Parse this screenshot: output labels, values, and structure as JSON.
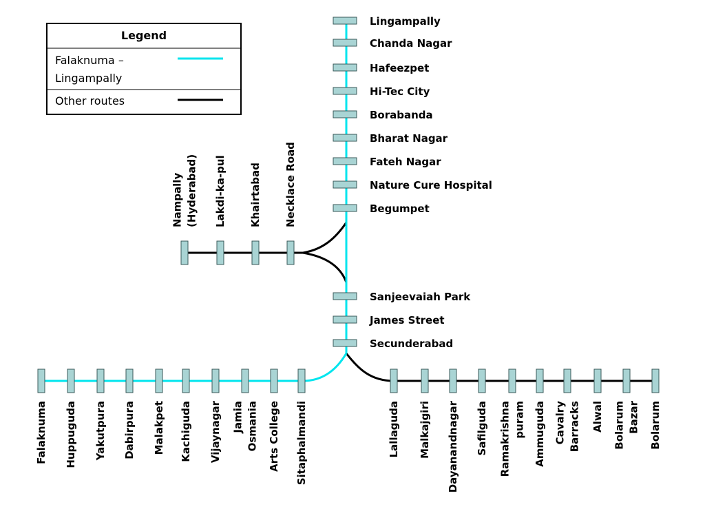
{
  "legend": {
    "title": "Legend",
    "entries": [
      {
        "lines": [
          "Falaknuma –",
          "Lingampally"
        ],
        "color": "#00e5ee"
      },
      {
        "lines": [
          "Other routes"
        ],
        "color": "#000000"
      }
    ]
  },
  "colors": {
    "main_line": "#00e5ee",
    "other_line": "#000000",
    "station_fill": "#a9d4d4"
  },
  "vertical_top": [
    "Lingampally",
    "Chanda Nagar",
    "Hafeezpet",
    "Hi-Tec City",
    "Borabanda",
    "Bharat Nagar",
    "Fateh Nagar",
    "Nature Cure Hospital",
    "Begumpet"
  ],
  "vertical_lower": [
    "Sanjeevaiah Park",
    "James Street",
    "Secunderabad"
  ],
  "left_branch": [
    {
      "lines": [
        "Nampally",
        "(Hyderabad)"
      ]
    },
    {
      "lines": [
        "Lakdi-ka-pul"
      ]
    },
    {
      "lines": [
        "Khairtabad"
      ]
    },
    {
      "lines": [
        "Necklace Road"
      ]
    }
  ],
  "bottom_left": [
    {
      "lines": [
        "Falaknuma"
      ]
    },
    {
      "lines": [
        "Huppuguda"
      ]
    },
    {
      "lines": [
        "Yakutpura"
      ]
    },
    {
      "lines": [
        "Dabirpura"
      ]
    },
    {
      "lines": [
        "Malakpet"
      ]
    },
    {
      "lines": [
        "Kachiguda"
      ]
    },
    {
      "lines": [
        "Vijaynagar"
      ]
    },
    {
      "lines": [
        "Jamia",
        "Osmania"
      ]
    },
    {
      "lines": [
        "Arts College"
      ]
    },
    {
      "lines": [
        "Sitaphalmandi"
      ]
    }
  ],
  "bottom_right": [
    {
      "lines": [
        "Lallaguda"
      ]
    },
    {
      "lines": [
        "Malkajgiri"
      ]
    },
    {
      "lines": [
        "Dayanandnagar"
      ]
    },
    {
      "lines": [
        "Safilguda"
      ]
    },
    {
      "lines": [
        "Ramakrishna",
        "puram"
      ]
    },
    {
      "lines": [
        "Ammuguda"
      ]
    },
    {
      "lines": [
        "Cavalry",
        "Barracks"
      ]
    },
    {
      "lines": [
        "Alwal"
      ]
    },
    {
      "lines": [
        "Bolarum",
        "Bazar"
      ]
    },
    {
      "lines": [
        "Bolarum"
      ]
    }
  ]
}
